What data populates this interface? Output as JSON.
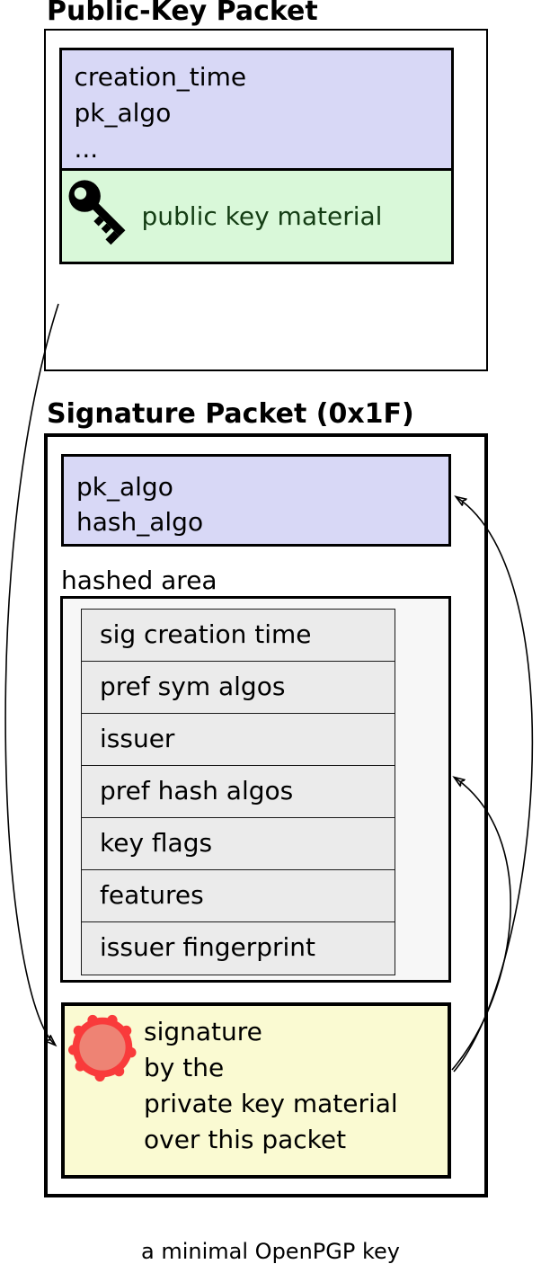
{
  "diagram": {
    "caption": "a minimal OpenPGP key"
  },
  "public_key_packet": {
    "title": "Public-Key Packet",
    "fields": [
      "creation_time",
      "pk_algo",
      "..."
    ],
    "key_material_label": "public key material"
  },
  "signature_packet": {
    "title": "Signature Packet (0x1F)",
    "algo_fields": [
      "pk_algo",
      "hash_algo"
    ],
    "hashed_area_label": "hashed area",
    "hashed_subpackets": [
      "sig creation time",
      "pref sym algos",
      "issuer",
      "pref hash algos",
      "key flags",
      "features",
      "issuer fingerprint"
    ],
    "signature_lines": [
      "signature",
      "by the",
      "private key material",
      "over this packet"
    ]
  },
  "icons": {
    "key": "key-icon",
    "seal": "seal-icon"
  },
  "colors": {
    "lavender": "#d8d8f6",
    "green": "#d9f8d9",
    "green_text": "#143d14",
    "area_grey": "#f7f7f7",
    "row_grey": "#ebebeb",
    "yellow": "#fafad2",
    "seal_red": "#f93b3b",
    "seal_fill": "#ee8374",
    "line": "#000000"
  }
}
